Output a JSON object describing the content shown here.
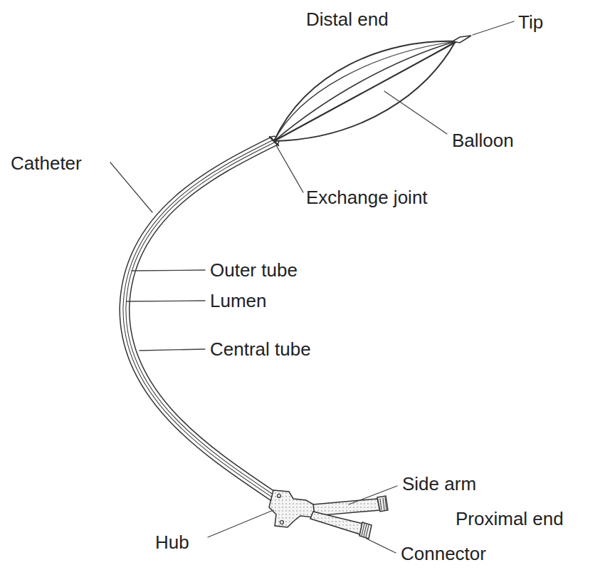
{
  "diagram": {
    "labels": [
      "Distal end",
      "Tip",
      "Balloon",
      "Catheter",
      "Exchange joint",
      "Outer tube",
      "Lumen",
      "Central tube",
      "Side arm",
      "Proximal end",
      "Hub",
      "Connector"
    ]
  }
}
